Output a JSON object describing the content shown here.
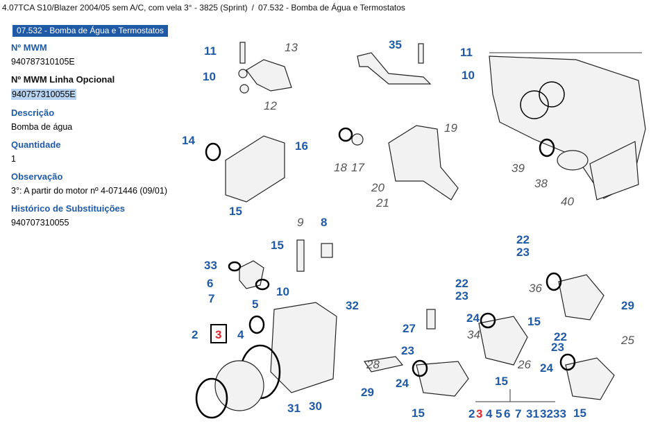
{
  "breadcrumb": {
    "model": "4.07TCA S10/Blazer 2004/05 sem A/C, com vela 3° - 3825 (Sprint)",
    "separator": "/",
    "group": "07.532 - Bomba de Água e Termostatos"
  },
  "group_badge": "07.532 - Bomba de Água e Termostatos",
  "details": {
    "mwm_label": "Nº MWM",
    "mwm_value": "940787310105E",
    "optional_label": "Nº MWM Linha Opcional",
    "optional_value": "940757310055E",
    "description_label": "Descrição",
    "description_value": "Bomba de água",
    "quantity_label": "Quantidade",
    "quantity_value": "1",
    "observation_label": "Observação",
    "observation_value": "3°: A partir do motor nº 4-071446 (09/01)",
    "history_label": "Histórico de Substituições",
    "history_value": "940707310055"
  },
  "diagram": {
    "numbers": [
      "11",
      "10",
      "13",
      "12",
      "35",
      "11",
      "10",
      "14",
      "16",
      "18",
      "17",
      "19",
      "20",
      "21",
      "15",
      "39",
      "38",
      "40",
      "9",
      "8",
      "15",
      "33",
      "6",
      "7",
      "10",
      "5",
      "32",
      "2",
      "3",
      "4",
      "31",
      "30",
      "22",
      "23",
      "22",
      "23",
      "36",
      "24",
      "34",
      "29",
      "15",
      "27",
      "23",
      "28",
      "24",
      "29",
      "15",
      "22",
      "23",
      "25",
      "26",
      "24",
      "15",
      "15",
      "2",
      "3",
      "4",
      "5",
      "6",
      "7",
      "31",
      "32",
      "33"
    ]
  }
}
